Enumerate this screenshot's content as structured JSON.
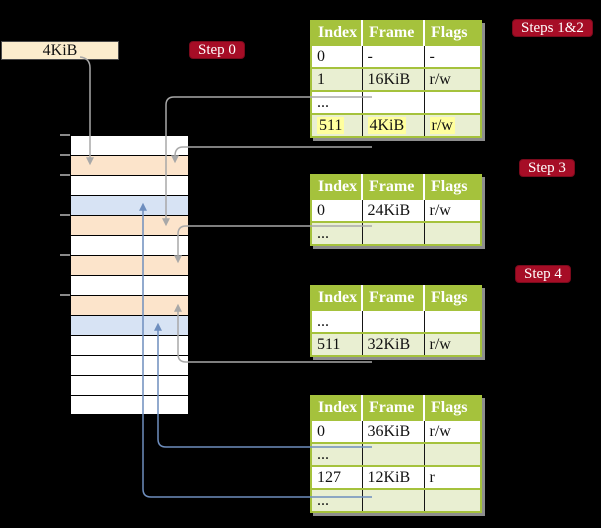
{
  "frame_label": {
    "text": "4KiB"
  },
  "badges": {
    "step0": "Step 0",
    "steps12": "Steps 1&2",
    "step3": "Step 3",
    "step4": "Step 4"
  },
  "table_headers": [
    "Index",
    "Frame",
    "Flags"
  ],
  "tables": [
    {
      "title": "page table steps 1 and 2",
      "rows": [
        {
          "cells": [
            "0",
            "-",
            "-"
          ],
          "shade": false,
          "highlight": false
        },
        {
          "cells": [
            "1",
            "16KiB",
            "r/w"
          ],
          "shade": true,
          "highlight": false
        },
        {
          "cells": [
            "...",
            "",
            ""
          ],
          "shade": false,
          "highlight": false
        },
        {
          "cells": [
            "511",
            "4KiB",
            "r/w"
          ],
          "shade": true,
          "highlight": true
        }
      ]
    },
    {
      "title": "page table step 3",
      "rows": [
        {
          "cells": [
            "0",
            "24KiB",
            "r/w"
          ],
          "shade": false,
          "highlight": false
        },
        {
          "cells": [
            "...",
            "",
            ""
          ],
          "shade": true,
          "highlight": false
        }
      ]
    },
    {
      "title": "page table step 4 upper",
      "rows": [
        {
          "cells": [
            "...",
            "",
            ""
          ],
          "shade": false,
          "highlight": false
        },
        {
          "cells": [
            "511",
            "32KiB",
            "r/w"
          ],
          "shade": true,
          "highlight": false
        }
      ]
    },
    {
      "title": "page table step 4 lower",
      "rows": [
        {
          "cells": [
            "0",
            "36KiB",
            "r/w"
          ],
          "shade": false,
          "highlight": false
        },
        {
          "cells": [
            "...",
            "",
            ""
          ],
          "shade": true,
          "highlight": false
        },
        {
          "cells": [
            "127",
            "12KiB",
            "r"
          ],
          "shade": false,
          "highlight": false
        },
        {
          "cells": [
            "...",
            "",
            ""
          ],
          "shade": true,
          "highlight": false
        }
      ]
    }
  ],
  "memory_stack": {
    "rows": [
      {
        "color": "white"
      },
      {
        "color": "peach"
      },
      {
        "color": "white"
      },
      {
        "color": "blue"
      },
      {
        "color": "peach"
      },
      {
        "color": "white"
      },
      {
        "color": "peach"
      },
      {
        "color": "white"
      },
      {
        "color": "peach"
      },
      {
        "color": "blue"
      },
      {
        "color": "white"
      },
      {
        "color": "white"
      },
      {
        "color": "white"
      },
      {
        "color": "white"
      }
    ]
  },
  "connections": [
    {
      "from": "4KiB label box",
      "to": "stack row 2 (peach)",
      "color": "gray"
    },
    {
      "from": "table1 row 1 / 16KiB",
      "to": "stack row 5 (peach)",
      "color": "gray"
    },
    {
      "from": "table1 row 511 / 4KiB",
      "to": "stack row 2 (peach)",
      "color": "gray"
    },
    {
      "from": "table2 row 0 / 24KiB",
      "to": "stack row 7 (peach)",
      "color": "gray"
    },
    {
      "from": "table3 row 511 / 32KiB",
      "to": "stack row 9 (peach)",
      "color": "gray"
    },
    {
      "from": "table4 row 0 / 36KiB",
      "to": "stack row 10 (blue)",
      "color": "blue"
    },
    {
      "from": "table4 row 127 / 12KiB",
      "to": "stack row 4 (blue)",
      "color": "blue"
    }
  ],
  "colors": {
    "background": "#000000",
    "badge_red": "#a60d26",
    "table_green": "#a5c23c",
    "row_light_green": "#e9efd2",
    "highlight_yellow": "#ffff9e",
    "stack_peach": "#fce4cb",
    "stack_blue": "#d7e3f4",
    "label_box_cream": "#fbeccd",
    "arrow_gray": "#a8a8a8",
    "arrow_blue": "#6e8ebe"
  }
}
